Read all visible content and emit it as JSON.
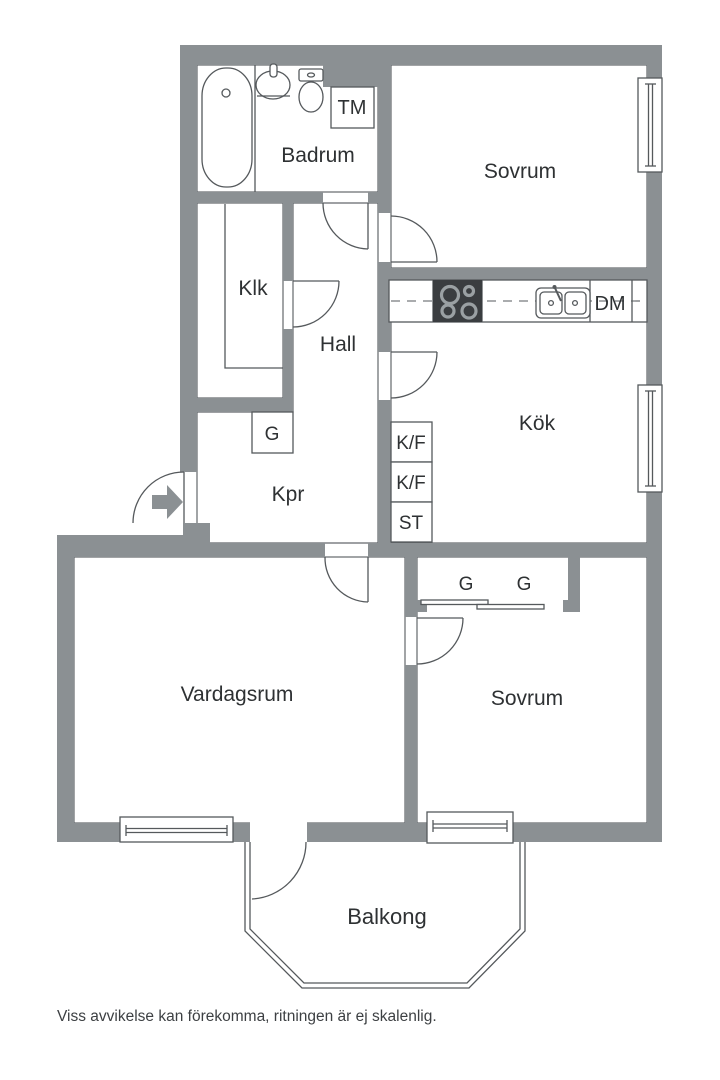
{
  "plan": {
    "labels": {
      "badrum": "Badrum",
      "tm": "TM",
      "sovrum_top": "Sovrum",
      "klk": "Klk",
      "hall": "Hall",
      "dm": "DM",
      "kok": "Kök",
      "g_hall": "G",
      "kpr": "Kpr",
      "kf_upper": "K/F",
      "kf_lower": "K/F",
      "st": "ST",
      "g_closet_left": "G",
      "g_closet_right": "G",
      "vardagsrum": "Vardagsrum",
      "sovrum_bottom": "Sovrum",
      "balkong": "Balkong"
    },
    "footer": {
      "note": "Viss avvikelse kan förekomma, ritningen är ej skalenlig."
    },
    "colors": {
      "wall": "#8B9093",
      "line": "#55595c",
      "room_outline": "#63686c",
      "stove": "#3a3d40",
      "burner": "#9aa0a3",
      "text": "#2E3133",
      "footer": "#3d4043",
      "background": "#ffffff"
    }
  }
}
